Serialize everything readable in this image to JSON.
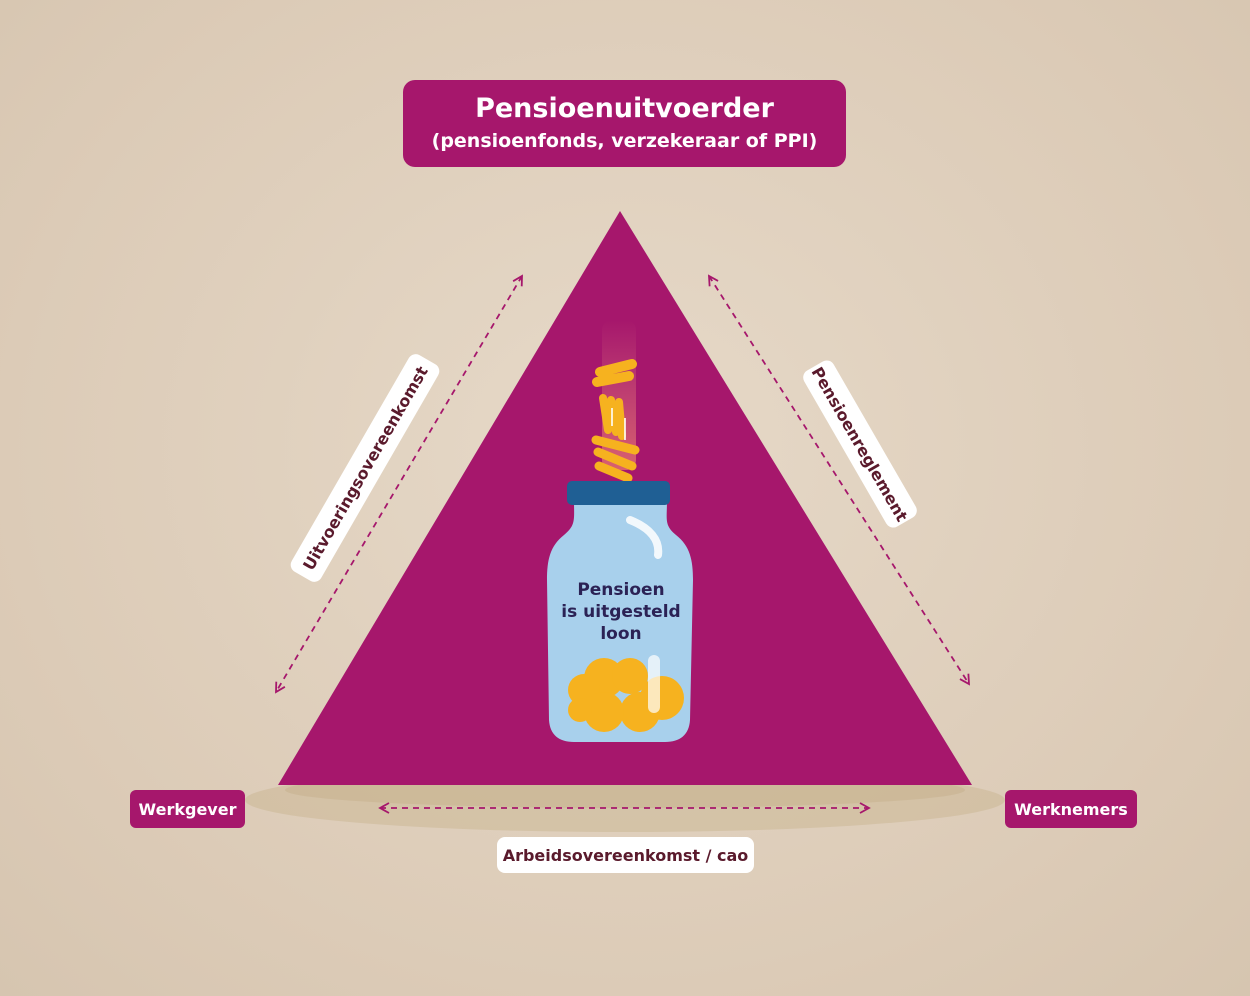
{
  "title": {
    "main": "Pensioenuitvoerder",
    "sub": "(pensioenfonds, verzekeraar of PPI)"
  },
  "parties": {
    "left": "Werkgever",
    "right": "Werknemers"
  },
  "relations": {
    "left": "Uitvoeringsovereenkomst",
    "right": "Pensioenreglement",
    "bottom": "Arbeidsovereenkomst  / cao"
  },
  "jar": {
    "label_line1": "Pensioen",
    "label_line2": "is uitgesteld",
    "label_line3": "loon"
  },
  "colors": {
    "accent": "#a6176c",
    "background": "#dccbb7",
    "jar": "#a8d0ec",
    "lid": "#1f5f94",
    "coins": "#f6b21f",
    "label_text": "#5a1a2c"
  }
}
